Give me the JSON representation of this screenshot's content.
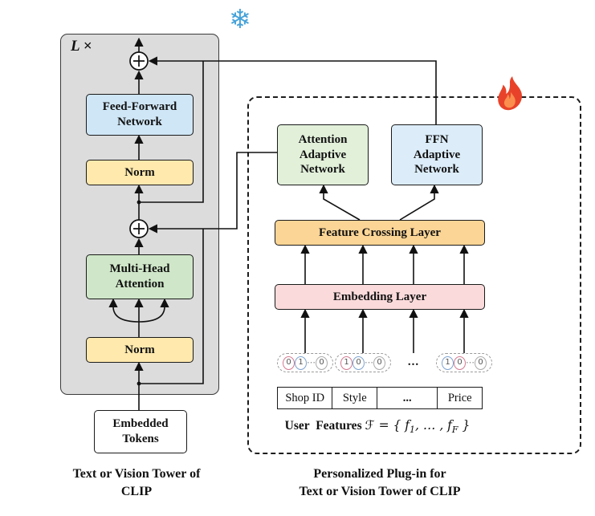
{
  "left": {
    "loop_label": "L ×",
    "boxes": {
      "ffn": "Feed-Forward\nNetwork",
      "norm_top": "Norm",
      "mha": "Multi-Head\nAttention",
      "norm_bottom": "Norm",
      "embedded_tokens": "Embedded\nTokens"
    },
    "caption": "Text or Vision Tower of\nCLIP"
  },
  "right": {
    "boxes": {
      "attention_adaptive": "Attention\nAdaptive\nNetwork",
      "ffn_adaptive": "FFN\nAdaptive\nNetwork",
      "feature_crossing": "Feature Crossing Layer",
      "embedding": "Embedding Layer"
    },
    "onehot": {
      "groups": [
        {
          "cells": [
            "0",
            "1",
            "⋯",
            "0"
          ]
        },
        {
          "cells": [
            "1",
            "0",
            "⋯",
            "0"
          ]
        },
        {
          "cells": [
            "1",
            "0",
            "⋯",
            "0"
          ]
        }
      ],
      "dots": "..."
    },
    "feature_table": {
      "columns": [
        "Shop ID",
        "Style",
        "...",
        "Price"
      ]
    },
    "user_features": {
      "label": "User Features",
      "math_prefix": "ℱ = { f",
      "sub1": "1",
      "math_mid": ", … , f",
      "sub2": "F",
      "math_suffix": " }"
    },
    "caption": "Personalized Plug-in for\nText or Vision Tower of CLIP"
  },
  "icons": {
    "snowflake": "❄",
    "flame": "flame-icon"
  },
  "colors": {
    "gray_container": "#dcdcdc",
    "light_blue": "#cfe6f6",
    "lighter_blue": "#dcedf9",
    "yellow": "#ffe9ad",
    "green": "#cfe7c8",
    "light_green": "#e2f0da",
    "orange": "#fbd595",
    "pink": "#fadadb",
    "snowflake_blue": "#46a2d9",
    "flame_red": "#e8432a",
    "flame_orange": "#fb8e4e"
  }
}
